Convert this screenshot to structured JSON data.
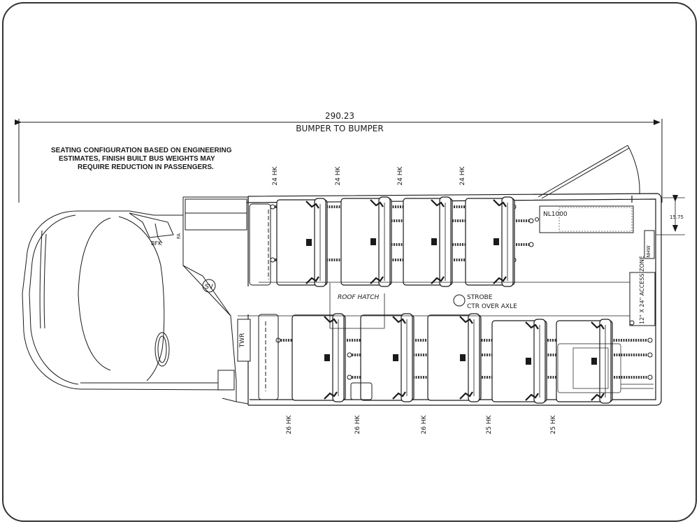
{
  "dimension": {
    "value": "290.23",
    "label": "BUMPER TO BUMPER"
  },
  "side_dimension": "15.75",
  "note": {
    "line1": "SEATING CONFIGURATION BASED ON ENGINEERING",
    "line2": "ESTIMATES, FINISH BUILT BUS WEIGHTS MAY",
    "line3": "REQUIRE REDUCTION IN PASSENGERS."
  },
  "seats": {
    "top": [
      "24 HK",
      "24 HK",
      "24 HK",
      "24 HK"
    ],
    "bottom": [
      "26 HK",
      "26 HK",
      "26 HK",
      "25 HK",
      "25 HK"
    ]
  },
  "labels": {
    "roof_hatch": "ROOF HATCH",
    "strobe_line1": "STROBE",
    "strobe_line2": "CTR OVER AXLE",
    "nl": "NL1000",
    "access_zone": "12\" X 24\" ACCESS ZONE",
    "twr": "TWR",
    "sv": "SV",
    "bfk": "BFK",
    "fa": "FA",
    "nhw": "NHW"
  },
  "colors": {
    "line": "#1a1a1a",
    "track": "#3a3a3a",
    "border": "#333333"
  }
}
